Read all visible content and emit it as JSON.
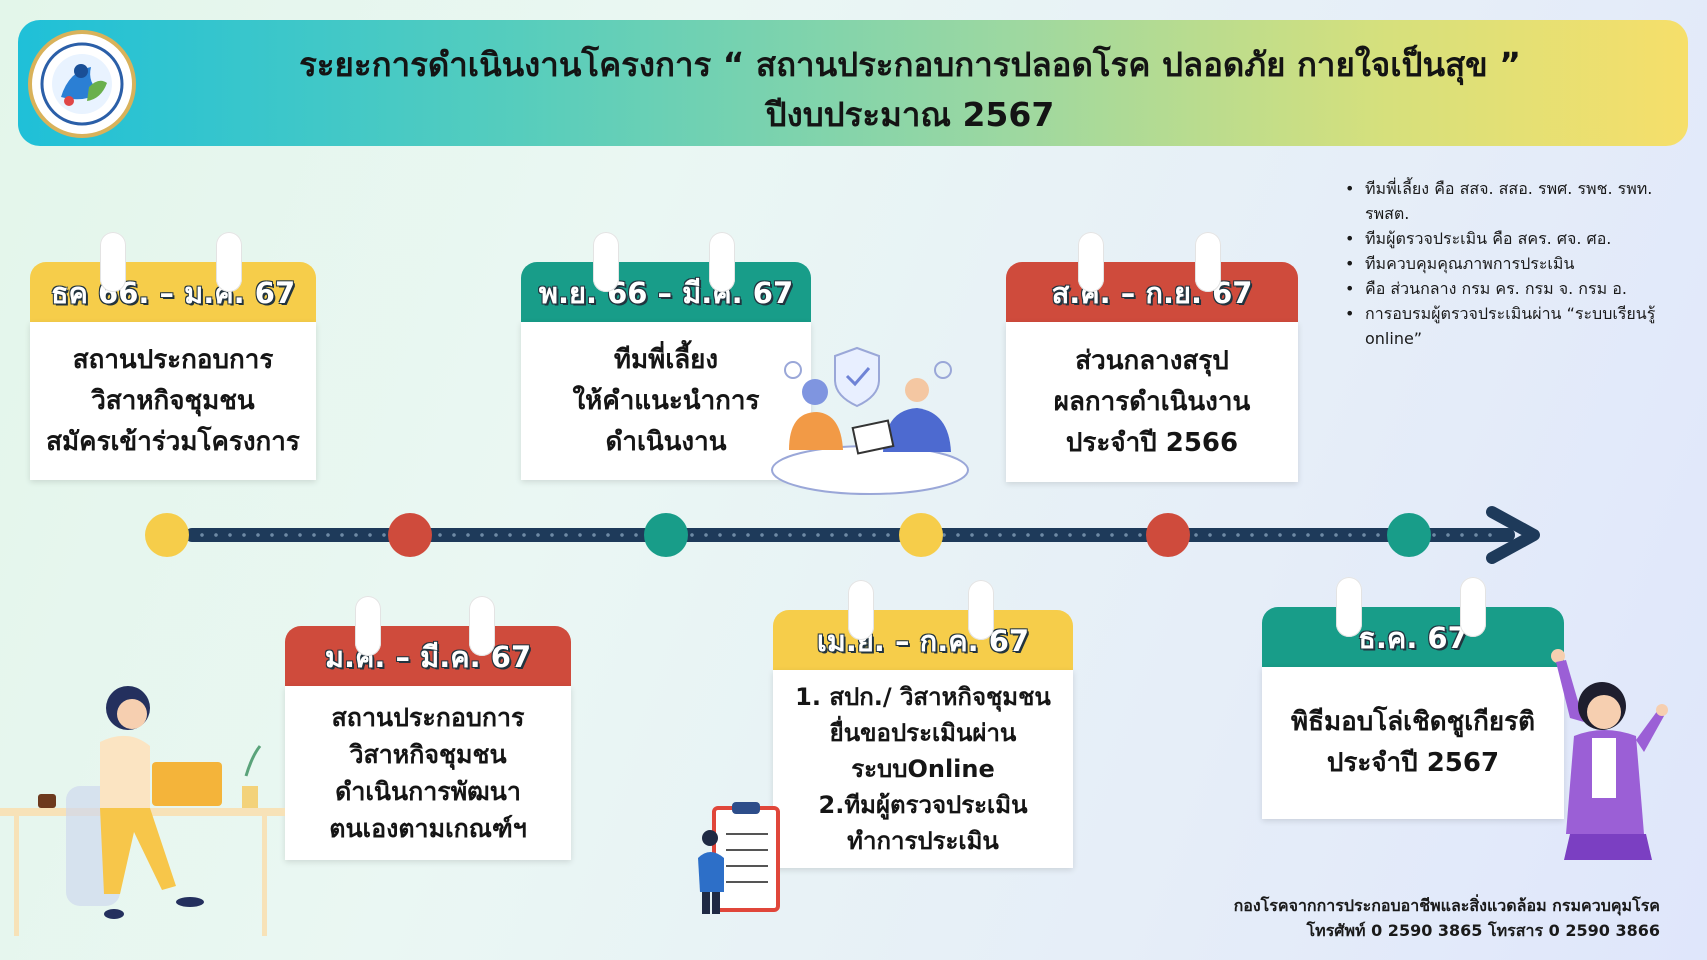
{
  "header": {
    "title_line1": "ระยะการดำเนินงานโครงการ “ สถานประกอบการปลอดโรค ปลอดภัย กายใจเป็นสุข ”",
    "title_line2": "ปีงบประมาณ 2567"
  },
  "notes": [
    "ทีมพี่เลี้ยง คือ สสจ. สสอ. รพศ. รพช. รพท. รพสต.",
    "ทีมผู้ตรวจประเมิน คือ สคร. ศจ. ศอ.",
    "ทีมควบคุมคุณภาพการประเมิน",
    "คือ ส่วนกลาง กรม คร. กรม จ. กรม อ.",
    "การอบรมผู้ตรวจประเมินผ่าน “ระบบเรียนรู้ online”"
  ],
  "cards": [
    {
      "date": "ธค 66. – ม.ค. 67",
      "text": "สถานประกอบการ\nวิสาหกิจชุมชน\nสมัครเข้าร่วมโครงการ",
      "color": "#f6cd4a"
    },
    {
      "date": "พ.ย. 66 – มี.ค. 67",
      "text": "ทีมพี่เลี้ยง\nให้คำแนะนำการ\nดำเนินงาน",
      "color": "#189d89"
    },
    {
      "date": "ส.ค. – ก.ย. 67",
      "text": "ส่วนกลางสรุป\nผลการดำเนินงาน\nประจำปี 2566",
      "color": "#cf4b3c"
    },
    {
      "date": "ม.ค. – มี.ค. 67",
      "text": "สถานประกอบการ\nวิสาหกิจชุมชน\nดำเนินการพัฒนา\nตนเองตามเกณฑ์ฯ",
      "color": "#cf4b3c"
    },
    {
      "date": "เม.ย. – ก.ค. 67",
      "text": "1. สปก./ วิสาหกิจชุมชน\nยื่นขอประเมินผ่าน\nระบบOnline\n2.ทีมผู้ตรวจประเมิน\nทำการประเมิน",
      "color": "#f6cd4a"
    },
    {
      "date": "ธ.ค. 67",
      "text": "พิธีมอบโล่เชิดชูเกียรติ\nประจำปี 2567",
      "color": "#189d89"
    }
  ],
  "timeline_colors": [
    "#f6cd4a",
    "#cf4b3c",
    "#189d89",
    "#f6cd4a",
    "#cf4b3c",
    "#189d89"
  ],
  "footer": {
    "line1": "กองโรคจากการประกอบอาชีพและสิ่งแวดล้อม กรมควบคุมโรค",
    "line2": "โทรศัพท์ 0 2590 3865 โทรสาร 0 2590 3866"
  }
}
